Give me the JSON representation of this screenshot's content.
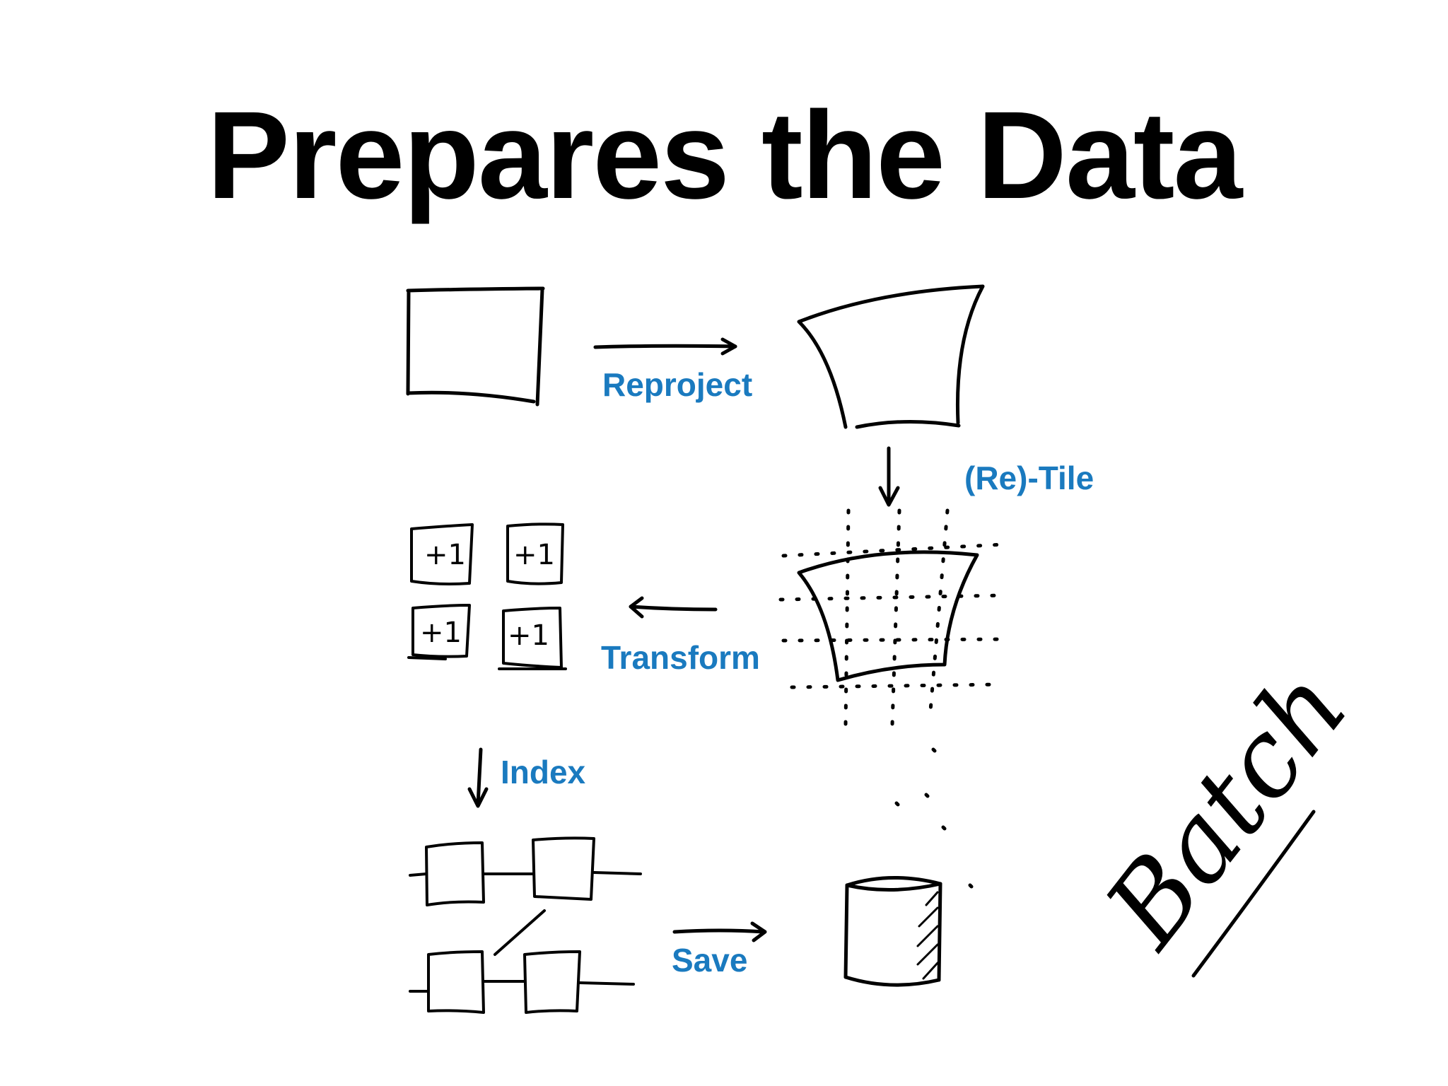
{
  "title": "Prepares the Data",
  "accent_color": "#1a7abf",
  "steps": {
    "reproject": "Reproject",
    "retile": "(Re)-Tile",
    "transform": "Transform",
    "index": "Index",
    "save": "Save"
  },
  "tile_marker": "+1",
  "handwritten_note": "Batch"
}
